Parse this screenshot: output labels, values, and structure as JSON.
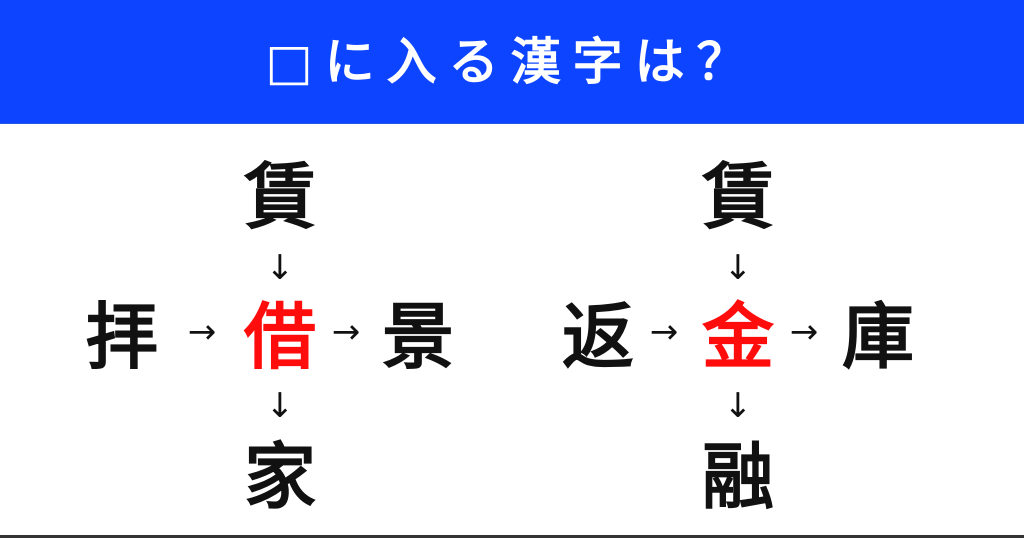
{
  "banner": {
    "title": "□に入る漢字は？",
    "background_color": "#0d44ff",
    "text_color": "#ffffff"
  },
  "puzzles": [
    {
      "top": "賃",
      "left": "拝",
      "center": "借",
      "right": "景",
      "bottom": "家",
      "answer_color": "#ff0d0d"
    },
    {
      "top": "賃",
      "left": "返",
      "center": "金",
      "right": "庫",
      "bottom": "融",
      "answer_color": "#ff0d0d"
    }
  ],
  "arrows": {
    "down": "↓",
    "right": "→"
  }
}
